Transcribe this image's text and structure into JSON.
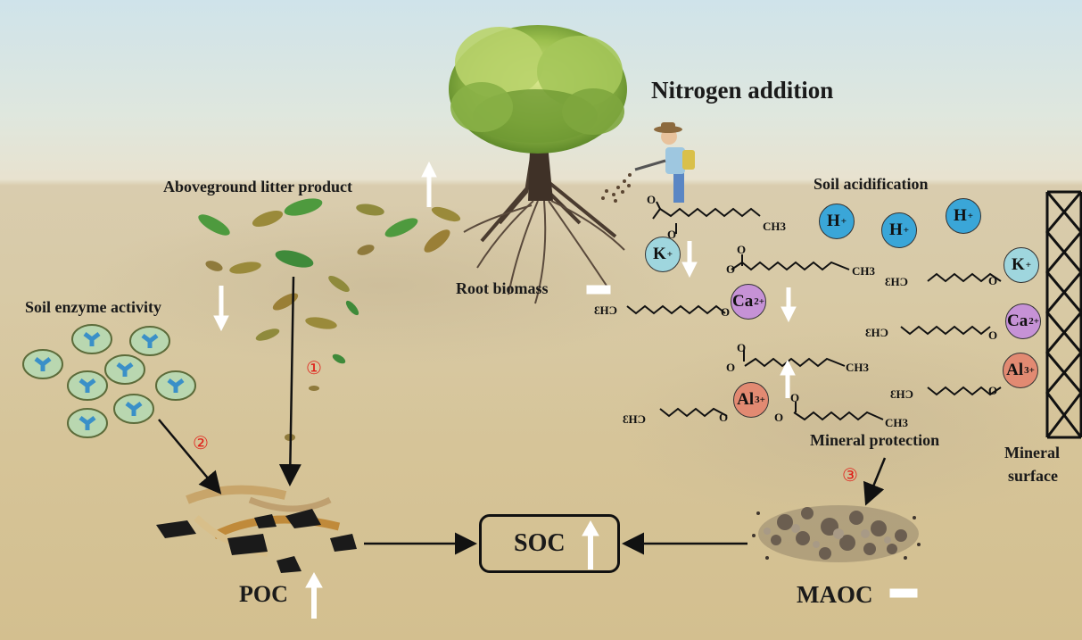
{
  "title": "Nitrogen addition",
  "labels": {
    "aboveground_litter": "Aboveground litter product",
    "soil_acidification": "Soil acidification",
    "root_biomass": "Root biomass",
    "soil_enzyme": "Soil enzyme activity",
    "mineral_protection": "Mineral protection",
    "mineral_surface_line1": "Mineral",
    "mineral_surface_line2": "surface",
    "poc": "POC",
    "soc": "SOC",
    "maoc": "MAOC"
  },
  "markers": {
    "m1": "①",
    "m2": "②",
    "m3": "③"
  },
  "ions": {
    "h": "H",
    "h_charge": "+",
    "k": "K",
    "k_charge": "+",
    "ca": "Ca",
    "ca_charge": "2+",
    "al": "Al",
    "al_charge": "3+"
  },
  "chem": {
    "ch3": "CH3",
    "o": "O"
  },
  "colors": {
    "h_ion": "#3aa6d8",
    "k_ion": "#9fd6de",
    "ca_ion": "#c692d6",
    "al_ion": "#e28a72",
    "marker_red": "#e0201a"
  }
}
